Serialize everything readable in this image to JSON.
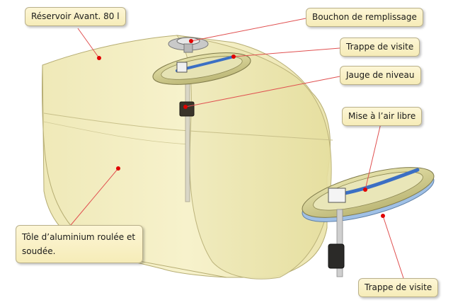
{
  "labels": {
    "reservoir": "Réservoir Avant. 80 l",
    "bouchon": "Bouchon de remplissage",
    "trappe_top": "Trappe de visite",
    "jauge": "Jauge de niveau",
    "mise_air": "Mise à l’air libre",
    "tole": "Tôle d’aluminium roulée et soudée.",
    "trappe_bottom": "Trappe de visite"
  },
  "colors": {
    "tank_fill": "#f4efc2",
    "callout_fill": "#f8efc4",
    "leader_line": "#e05050",
    "marker": "#e00000",
    "flange": "#d8d49a",
    "hose": "#3b6fc4",
    "gauge_float": "#2e2a24"
  }
}
